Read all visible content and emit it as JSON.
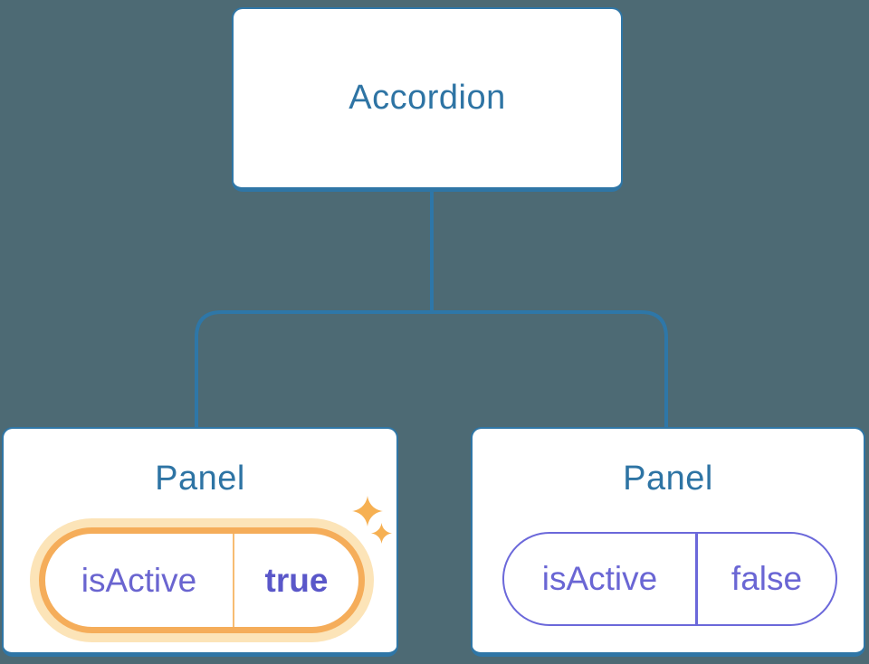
{
  "diagram": {
    "description": "Component tree: Accordion root with two Panel children showing isActive prop state",
    "root": {
      "label": "Accordion"
    },
    "panels": [
      {
        "title": "Panel",
        "prop_name": "isActive",
        "prop_value": "true",
        "state": "active",
        "highlighted": true
      },
      {
        "title": "Panel",
        "prop_name": "isActive",
        "prop_value": "false",
        "state": "inactive",
        "highlighted": false
      }
    ]
  },
  "icons": {
    "sparkle": "✦"
  },
  "colors": {
    "background": "#4D6A74",
    "node_border_blue": "#2F76A6",
    "node_text_blue": "#2E74A4",
    "connector_blue": "#2E77A8",
    "active_pill_border": "#F5AD5A",
    "active_pill_glow": "#FCE4B8",
    "active_divider": "#F7BC72",
    "prop_text_purple": "#6A65D0",
    "prop_value_bold_purple": "#5A57C9",
    "inactive_pill_purple": "#6B68DA",
    "sparkle_orange": "#F6B052",
    "node_background": "#FFFFFF"
  }
}
